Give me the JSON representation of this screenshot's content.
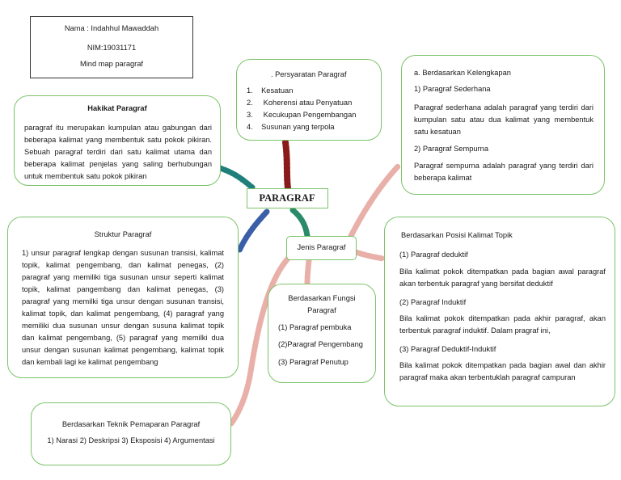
{
  "identity": {
    "name": "Nama : Indahhul Mawaddah",
    "nim": "NIM:19031171",
    "title": "Mind map paragraf"
  },
  "center": {
    "label": "PARAGRAF"
  },
  "hakikat": {
    "heading": "Hakikat Paragraf",
    "body": "paragraf itu merupakan kumpulan atau gabungan dari beberapa kalimat yang membentuk satu pokok pikiran. Sebuah paragraf terdiri dari satu kalimat utama dan beberapa kalimat penjelas yang saling berhubungan untuk membentuk satu pokok pikiran"
  },
  "persyaratan": {
    "heading": ". Persyaratan Paragraf",
    "items": [
      "Kesatuan",
      "Koherensi atau Penyatuan",
      "Kecukupan Pengembangan",
      "Susunan yang terpola"
    ]
  },
  "kelengkapan": {
    "heading": "a. Berdasarkan Kelengkapan",
    "sub1": "1) Paragraf Sederhana",
    "desc1": "Paragraf sederhana adalah paragraf yang terdiri dari kumpulan satu atau dua kalimat yang membentuk satu kesatuan",
    "sub2": "2) Paragraf Sempurna",
    "desc2": "Paragraf sempurna adalah paragraf yang terdiri dari beberapa kalimat"
  },
  "struktur": {
    "heading": "Struktur Paragraf",
    "body": "1) unsur paragraf lengkap dengan susunan transisi, kalimat topik, kalimat pengembang, dan kalimat penegas, (2) paragraf yang memiliki tiga susunan unsur seperti kalimat topik, kalimat pangembang dan kalimat penegas, (3) paragraf yang memilki tiga unsur dengan susunan transisi, kalimat topik, dan kalimat pengembang, (4) paragraf yang memiliki dua susunan unsur dengan susuna kalimat topik dan kalimat pengembang, (5) paragraf yang memilki dua unsur dengan susunan kalimat pengembang, kalimat topik dan kembali lagi ke kalimat pengembang"
  },
  "jenis": {
    "label": "Jenis Paragraf"
  },
  "fungsi": {
    "heading": "Berdasarkan Fungsi Paragraf",
    "items": [
      "(1) Paragraf pembuka",
      "(2)Paragraf Pengembang",
      "(3) Paragraf Penutup"
    ]
  },
  "posisi": {
    "heading": "Berdasarkan Posisi Kalimat Topik",
    "sub1": "(1) Paragraf deduktif",
    "desc1": "Bila kalimat pokok ditempatkan pada bagian awal paragraf akan terbentuk paragraf yang bersifat deduktif",
    "sub2": "(2) Paragraf Induktif",
    "desc2": "Bila kalimat pokok ditempatkan pada akhir paragraf, akan terbentuk paragraf induktif. Dalam pragraf ini,",
    "sub3": "(3) Paragraf Deduktif-Induktif",
    "desc3": "Bila kalimat pokok ditempatkan pada bagian awal dan akhir paragraf maka akan terbentuklah paragraf campuran"
  },
  "teknik": {
    "heading": "Berdasarkan Teknik Pemaparan Paragraf",
    "body": "1) Narasi 2) Deskripsi 3) Eksposisi 4) Argumentasi"
  },
  "colors": {
    "border": "#7cc36a",
    "branch_teal": "#1f7f7a",
    "branch_red": "#8b1a1a",
    "branch_blue": "#3b5ea8",
    "branch_green": "#2a8a6a",
    "branch_pink": "#e8b0a8"
  }
}
